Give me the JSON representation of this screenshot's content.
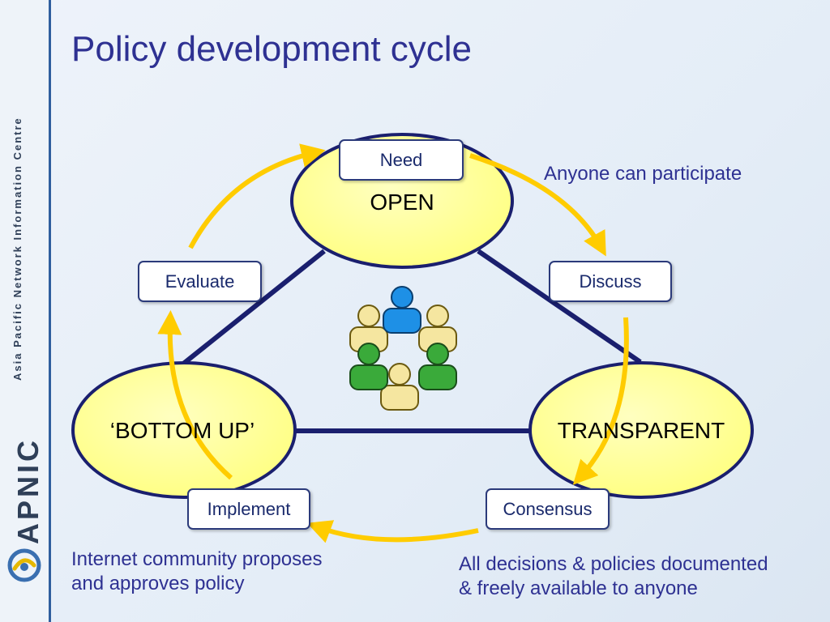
{
  "slide": {
    "title": "Policy development cycle"
  },
  "sidebar": {
    "organization": "Asia Pacific Network Information Centre",
    "brand": "APNIC",
    "logo_icon": "apnic-swirl-logo"
  },
  "nodes": {
    "open": "OPEN",
    "bottom_up": "‘BOTTOM UP’",
    "transparent": "TRANSPARENT"
  },
  "steps": {
    "need": "Need",
    "discuss": "Discuss",
    "consensus": "Consensus",
    "implement": "Implement",
    "evaluate": "Evaluate"
  },
  "notes": {
    "participate": "Anyone can participate",
    "community_line1": "Internet community proposes",
    "community_line2": "and approves policy",
    "documented_line1": "All decisions & policies documented",
    "documented_line2": "& freely available to anyone"
  },
  "icons": {
    "center": "people-circle-icon"
  },
  "colors": {
    "title": "#2e3192",
    "node_fill": "#ffff99",
    "outline": "#1a1f6e",
    "arrow": "#ffcc00"
  }
}
